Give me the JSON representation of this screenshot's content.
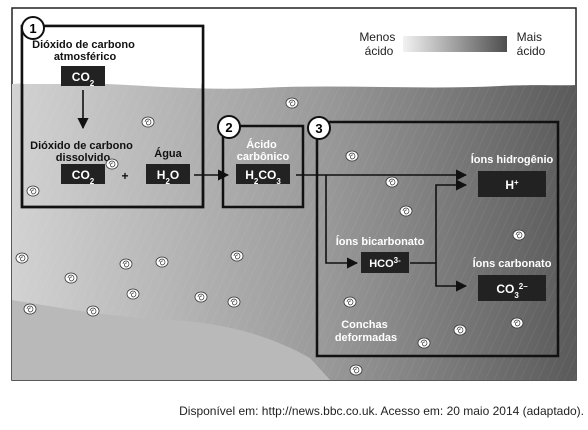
{
  "legend": {
    "less_label": "Menos ácido",
    "more_label": "Mais ácido"
  },
  "steps": [
    {
      "number": "1"
    },
    {
      "number": "2"
    },
    {
      "number": "3"
    }
  ],
  "nodes": {
    "atm_co2_label": "Dióxido de carbono atmosférico",
    "atm_co2_formula": "CO2",
    "dissolved_co2_label": "Dióxido de carbono dissolvido",
    "dissolved_co2_formula": "CO2",
    "plus": "+",
    "water_label": "Água",
    "water_formula": "H2O",
    "carbonic_acid_label": "Ácido carbônico",
    "carbonic_acid_formula": "H2CO3",
    "hydrogen_ions_label": "Íons hidrogênio",
    "hydrogen_ions_formula": "H+",
    "bicarbonate_label": "Íons bicarbonato",
    "bicarbonate_formula": "HCO3-",
    "carbonate_label": "Íons carbonato",
    "carbonate_formula": "CO32-",
    "deformed_shells_label": "Conchas deformadas"
  },
  "caption": "Disponível em: http://news.bbc.co.uk. Acesso em: 20 maio 2014 (adaptado).",
  "colors": {
    "box_fill": "#222222",
    "border": "#1a1a1a",
    "sea_light": "#d6d6d6",
    "sea_dark": "#5e5e5e",
    "seabed": "#b5b5b5"
  }
}
